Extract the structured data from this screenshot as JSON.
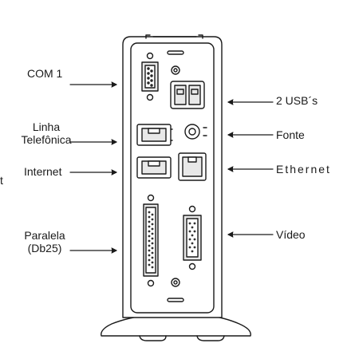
{
  "labels": {
    "com1": "COM 1",
    "linha_line1": "Linha",
    "linha_line2": "Telefônica",
    "internet": "Internet",
    "paralela_line1": "Paralela",
    "paralela_line2": "(Db25)",
    "usb": "2 USB´s",
    "fonte": "Fonte",
    "ethernet": "Ethernet",
    "video": "Vídeo",
    "edge_fragment": "t"
  },
  "colors": {
    "line": "#1a1a1a",
    "fill": "#ffffff",
    "port_fill": "#e8e8e8"
  }
}
